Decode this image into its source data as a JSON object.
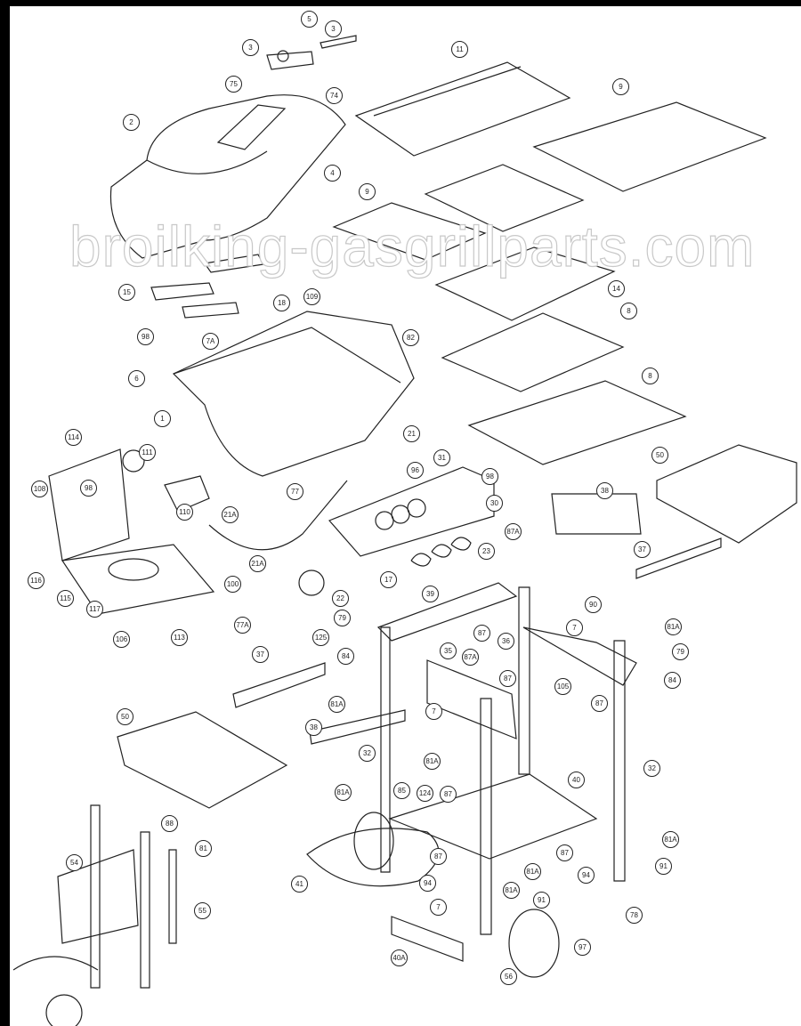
{
  "watermark": "broilking-gasgrillparts.com",
  "callouts": [
    "5",
    "3",
    "3",
    "75",
    "74",
    "2",
    "4",
    "11",
    "9",
    "9",
    "14",
    "15",
    "18",
    "109",
    "98",
    "7A",
    "6",
    "82",
    "8",
    "8",
    "1",
    "21",
    "31",
    "96",
    "98",
    "30",
    "114",
    "111",
    "98",
    "108",
    "110",
    "77",
    "21A",
    "21A",
    "17",
    "23",
    "22",
    "87A",
    "50",
    "38",
    "37",
    "116",
    "115",
    "117",
    "100",
    "77A",
    "106",
    "113",
    "39",
    "79",
    "125",
    "84",
    "35",
    "87A",
    "87",
    "36",
    "87",
    "7",
    "81A",
    "37",
    "90",
    "7",
    "81A",
    "79",
    "105",
    "87",
    "84",
    "38",
    "32",
    "81A",
    "40",
    "32",
    "50",
    "81A",
    "85",
    "124",
    "87",
    "41",
    "87",
    "94",
    "7",
    "81A",
    "81A",
    "91",
    "81A",
    "91",
    "87",
    "94",
    "78",
    "88",
    "81",
    "54",
    "55",
    "40A",
    "56",
    "97"
  ]
}
